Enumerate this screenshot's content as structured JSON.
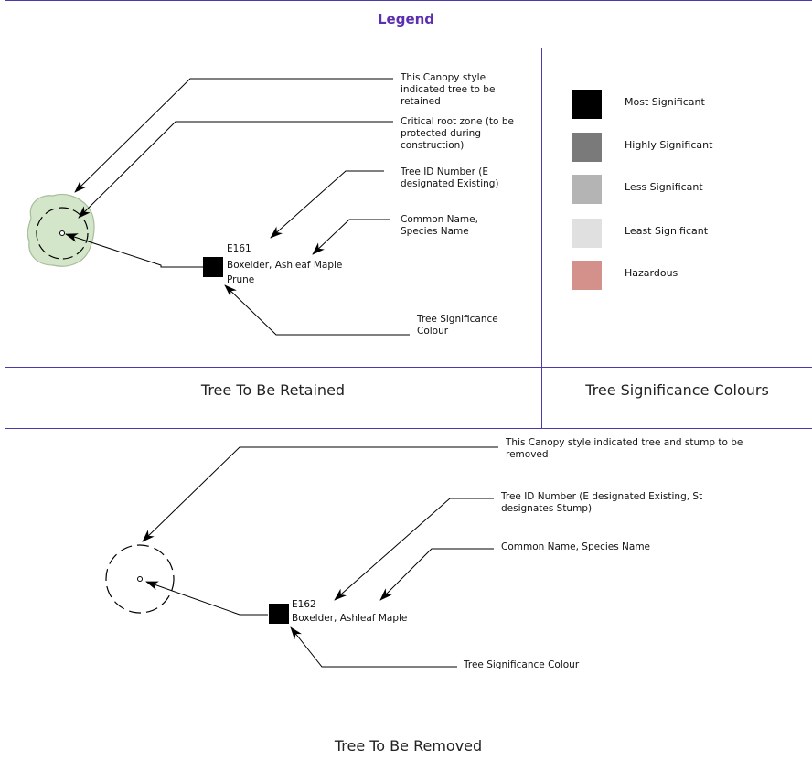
{
  "legend_title": "Legend",
  "retained": {
    "label": "Tree To Be Retained",
    "ann_canopy": "This Canopy style indicated tree to be retained",
    "ann_root": "Critical root zone (to be protected during construction)",
    "ann_id": "Tree ID Number (E designated Existing)",
    "ann_name": "Common Name, Species Name",
    "ann_colour": "Tree Significance Colour",
    "tree_id": "E161",
    "tree_name": "Boxelder, Ashleaf Maple",
    "tree_note": "Prune"
  },
  "colours": {
    "label": "Tree Significance Colours",
    "items": [
      {
        "label": "Most Significant",
        "color": "#000000"
      },
      {
        "label": "Highly Significant",
        "color": "#7a7a7a"
      },
      {
        "label": "Less Significant",
        "color": "#b4b4b4"
      },
      {
        "label": "Least Significant",
        "color": "#e0e0e0"
      },
      {
        "label": "Hazardous",
        "color": "#d4918c"
      }
    ]
  },
  "removed": {
    "label": "Tree To Be Removed",
    "ann_canopy": "This Canopy style indicated tree and stump to be removed",
    "ann_id": "Tree ID Number (E designated Existing, St designates Stump)",
    "ann_name": "Common Name, Species Name",
    "ann_colour": "Tree Significance Colour",
    "tree_id": "E162",
    "tree_name": "Boxelder, Ashleaf Maple"
  }
}
